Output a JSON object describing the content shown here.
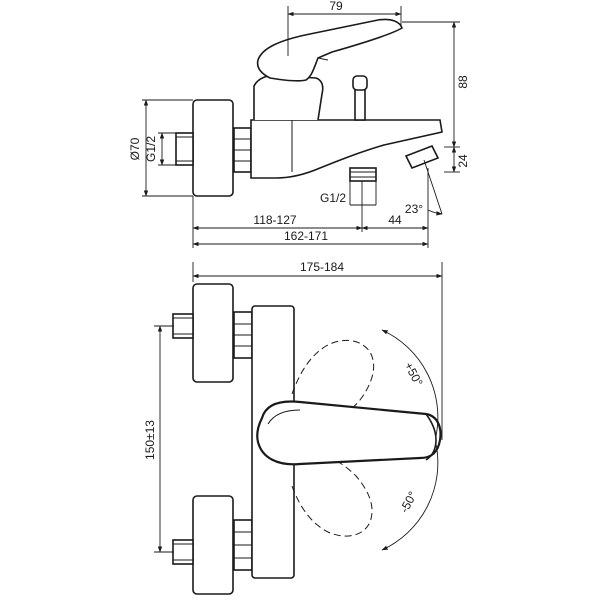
{
  "diagram": {
    "dimensions": {
      "lever_length": "79",
      "height_above_axis": "88",
      "body_diameter": "Ø70",
      "inlet_thread": "G1/2",
      "outlet_thread": "G1/2",
      "spout_height": "24",
      "spout_angle": "23°",
      "wall_to_axis": "118-127",
      "spout_offset": "44",
      "wall_to_spout": "162-171",
      "total_depth": "175-184",
      "center_distance": "150±13",
      "rotation_plus": "+50°",
      "rotation_minus": "-50°"
    }
  }
}
